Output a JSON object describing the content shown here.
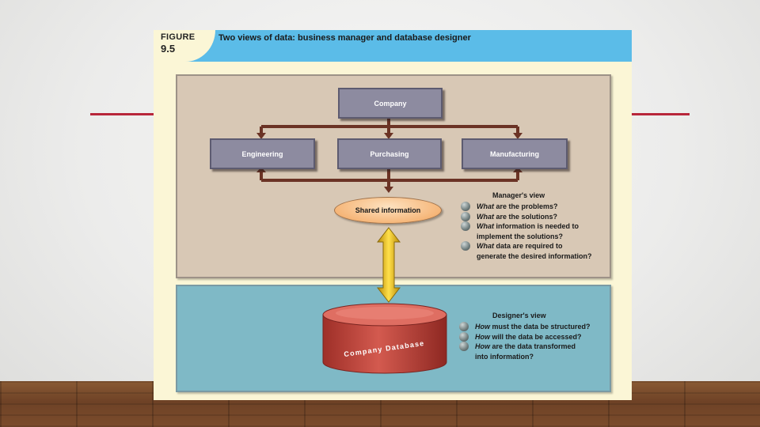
{
  "figure": {
    "label_word": "FIGURE",
    "label_number": "9.5",
    "title": "Two views of data: business manager and database designer"
  },
  "org": {
    "company": "Company",
    "engineering": "Engineering",
    "purchasing": "Purchasing",
    "manufacturing": "Manufacturing"
  },
  "shared": "Shared information",
  "database": "Company Database",
  "manager_view": {
    "heading": "Manager's view",
    "items": [
      {
        "lead": "What",
        "rest": " are the problems?"
      },
      {
        "lead": "What",
        "rest": " are the solutions?"
      },
      {
        "lead": "What",
        "rest": " information is needed to",
        "cont": "implement the solutions?"
      },
      {
        "lead": "What",
        "rest": " data are required to",
        "cont": "generate the desired information?"
      }
    ]
  },
  "designer_view": {
    "heading": "Designer's view",
    "items": [
      {
        "lead": "How",
        "rest": " must the data be structured?"
      },
      {
        "lead": "How",
        "rest": " will the data be accessed?"
      },
      {
        "lead": "How",
        "rest": " are the data transformed",
        "cont": "into information?"
      }
    ]
  },
  "colors": {
    "header": "#5bbce8",
    "manager_panel": "#d8c8b5",
    "designer_panel": "#7fb9c6",
    "box": "#8d8ba0",
    "arrow": "#6b3325",
    "cylinder": "#c0473d",
    "accent_line": "#b8263a"
  }
}
